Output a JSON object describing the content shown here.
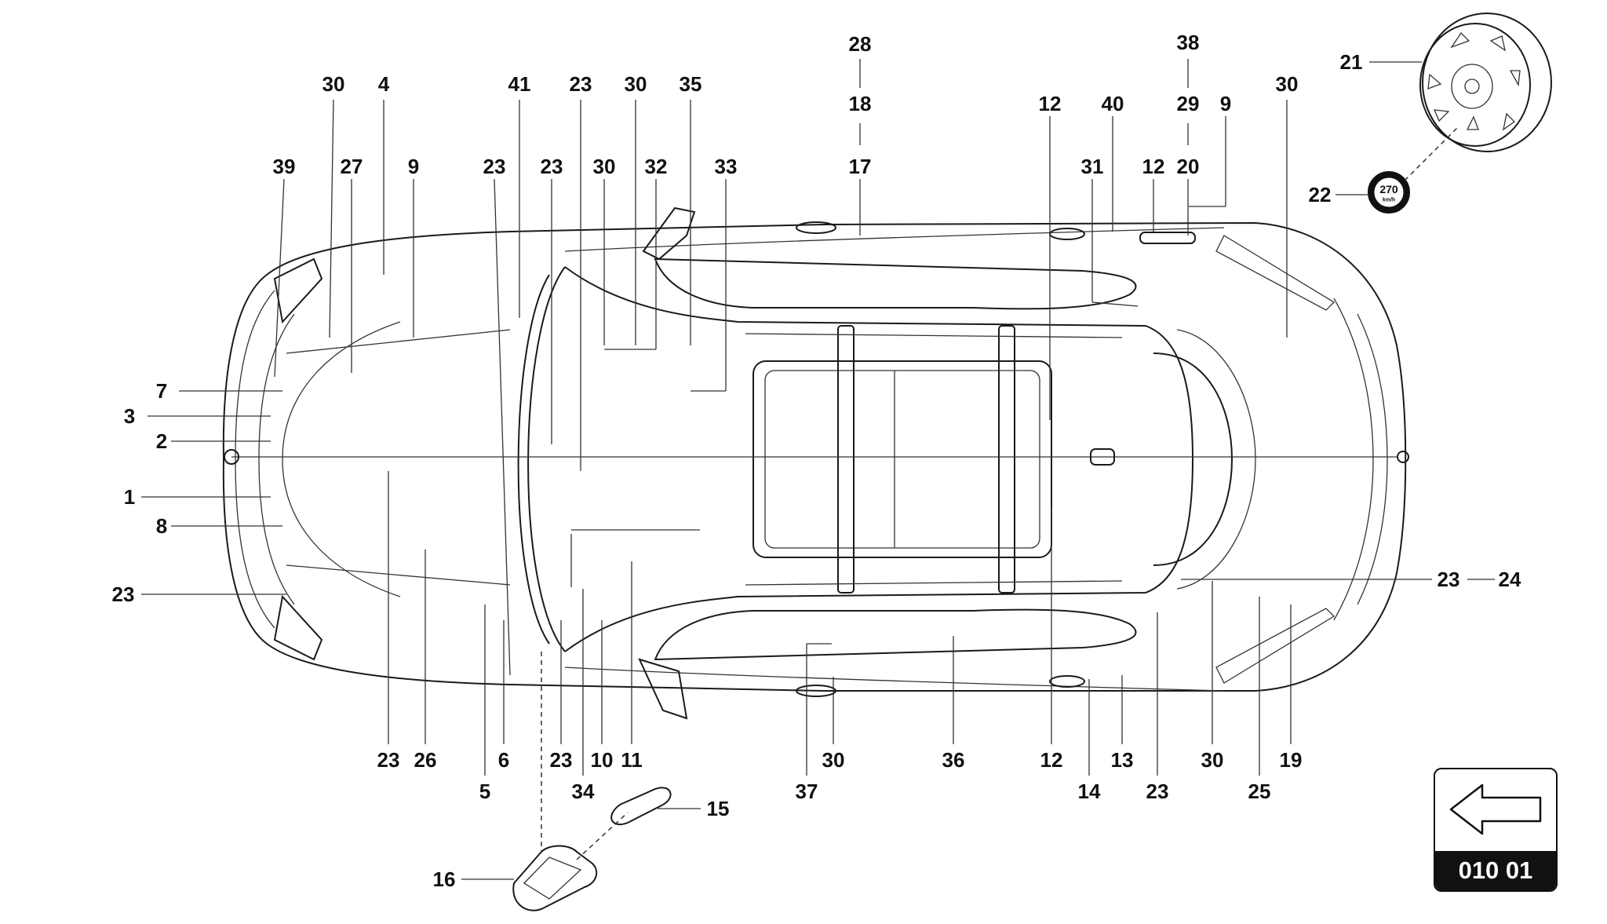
{
  "callouts": [
    {
      "id": "c1",
      "label": "1"
    },
    {
      "id": "c2",
      "label": "2"
    },
    {
      "id": "c3",
      "label": "3"
    },
    {
      "id": "c7",
      "label": "7"
    },
    {
      "id": "c8",
      "label": "8"
    },
    {
      "id": "c23a",
      "label": "23"
    },
    {
      "id": "c39",
      "label": "39"
    },
    {
      "id": "c30a",
      "label": "30"
    },
    {
      "id": "c27",
      "label": "27"
    },
    {
      "id": "c4",
      "label": "4"
    },
    {
      "id": "c9a",
      "label": "9"
    },
    {
      "id": "c41",
      "label": "41"
    },
    {
      "id": "c23b",
      "label": "23"
    },
    {
      "id": "c23c",
      "label": "23"
    },
    {
      "id": "c23d",
      "label": "23"
    },
    {
      "id": "c30b",
      "label": "30"
    },
    {
      "id": "c30c",
      "label": "30"
    },
    {
      "id": "c32",
      "label": "32"
    },
    {
      "id": "c35",
      "label": "35"
    },
    {
      "id": "c33",
      "label": "33"
    },
    {
      "id": "c28",
      "label": "28"
    },
    {
      "id": "c18",
      "label": "18"
    },
    {
      "id": "c17",
      "label": "17"
    },
    {
      "id": "c12a",
      "label": "12"
    },
    {
      "id": "c40",
      "label": "40"
    },
    {
      "id": "c31",
      "label": "31"
    },
    {
      "id": "c12b",
      "label": "12"
    },
    {
      "id": "c38",
      "label": "38"
    },
    {
      "id": "c29",
      "label": "29"
    },
    {
      "id": "c20",
      "label": "20"
    },
    {
      "id": "c9b",
      "label": "9"
    },
    {
      "id": "c30d",
      "label": "30"
    },
    {
      "id": "c21",
      "label": "21"
    },
    {
      "id": "c22",
      "label": "22"
    },
    {
      "id": "c23e",
      "label": "23"
    },
    {
      "id": "c24",
      "label": "24"
    },
    {
      "id": "c23f",
      "label": "23"
    },
    {
      "id": "c26",
      "label": "26"
    },
    {
      "id": "c5",
      "label": "5"
    },
    {
      "id": "c6",
      "label": "6"
    },
    {
      "id": "c23g",
      "label": "23"
    },
    {
      "id": "c34",
      "label": "34"
    },
    {
      "id": "c10",
      "label": "10"
    },
    {
      "id": "c11",
      "label": "11"
    },
    {
      "id": "c37",
      "label": "37"
    },
    {
      "id": "c30e",
      "label": "30"
    },
    {
      "id": "c36",
      "label": "36"
    },
    {
      "id": "c12c",
      "label": "12"
    },
    {
      "id": "c14",
      "label": "14"
    },
    {
      "id": "c13",
      "label": "13"
    },
    {
      "id": "c23h",
      "label": "23"
    },
    {
      "id": "c30f",
      "label": "30"
    },
    {
      "id": "c25",
      "label": "25"
    },
    {
      "id": "c19",
      "label": "19"
    },
    {
      "id": "c15",
      "label": "15"
    },
    {
      "id": "c16",
      "label": "16"
    }
  ],
  "wheel_badge": {
    "speed": "270",
    "unit": "km/h"
  },
  "nav": {
    "code": "010 01",
    "icon": "arrow-left-icon"
  },
  "colors": {
    "ink": "#111111",
    "background": "#ffffff"
  }
}
